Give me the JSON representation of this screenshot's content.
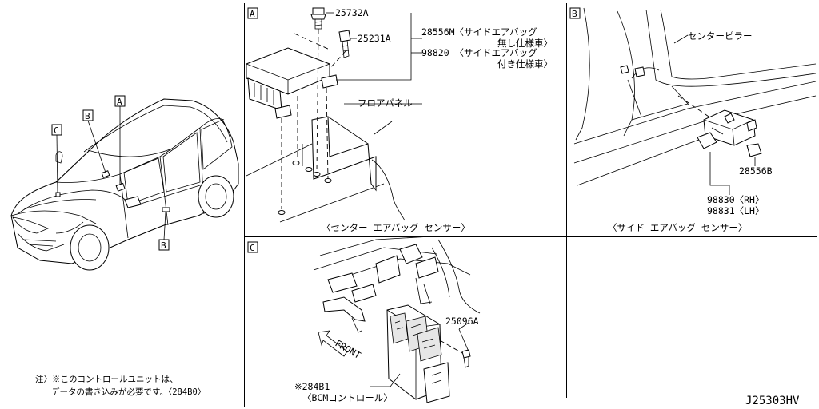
{
  "sections": {
    "A": {
      "label": "A",
      "caption": "〈センター エアバッグ センサー〉",
      "parts": {
        "p25732A": "25732A",
        "p25231A": "25231A",
        "p28556M": "28556M〈サイドエアバッグ",
        "p28556M_2": "無し仕様車〉",
        "p98820": "98820 〈サイドエアバッグ",
        "p98820_2": "付き仕様車〉",
        "floor_panel": "フロアパネル"
      }
    },
    "B": {
      "label": "B",
      "caption": "〈サイド エアバッグ センサー〉",
      "parts": {
        "center_pillar": "センターピラー",
        "p28556B": "28556B",
        "p98830": "98830〈RH〉",
        "p98831": "98831〈LH〉"
      }
    },
    "C": {
      "label": "C",
      "parts": {
        "p25096A": "25096A",
        "front": "FRONT",
        "p284B1": "※284B1",
        "bcm": "〈BCMコントロール〉"
      }
    },
    "vehicle": {
      "callouts": [
        "A",
        "B",
        "C",
        "B"
      ]
    }
  },
  "note": {
    "line1": "注〉※このコントロールユニットは、",
    "line2": "データの書き込みが必要です。〈284B0〉"
  },
  "diagram_code": "J25303HV"
}
